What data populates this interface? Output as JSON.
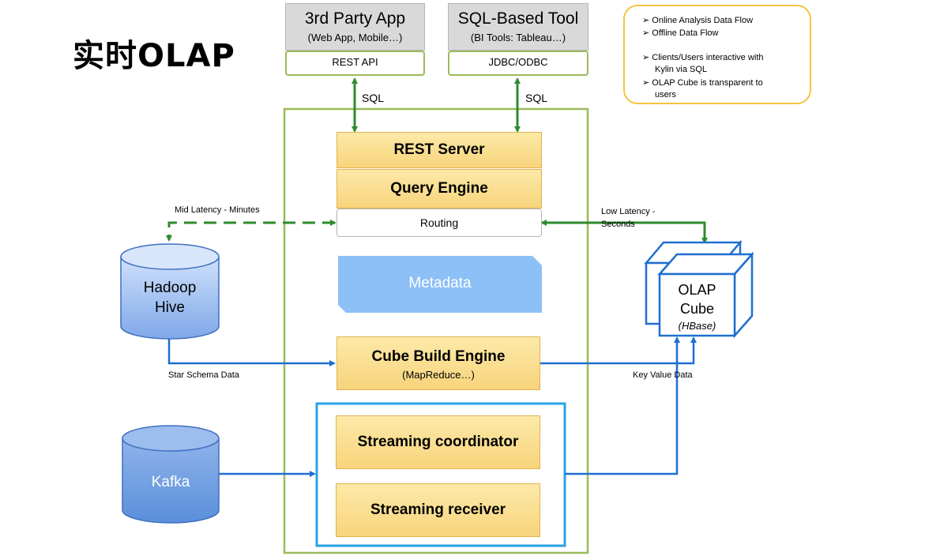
{
  "title": "实时OLAP",
  "clients": [
    {
      "name": "3rd Party App",
      "sub": "(Web App, Mobile…)",
      "api": "REST API"
    },
    {
      "name": "SQL-Based Tool",
      "sub": "(BI Tools: Tableau…)",
      "api": "JDBC/ODBC"
    }
  ],
  "sql_label_left": "SQL",
  "sql_label_right": "SQL",
  "kylin": {
    "rest_server": "REST Server",
    "query_engine": "Query Engine",
    "routing": "Routing",
    "metadata": "Metadata",
    "cube_build_engine": "Cube Build Engine",
    "cube_build_sub": "(MapReduce…)",
    "streaming_coordinator": "Streaming coordinator",
    "streaming_receiver": "Streaming receiver"
  },
  "hadoop": {
    "line1": "Hadoop",
    "line2": "Hive"
  },
  "kafka": "Kafka",
  "cube": {
    "line1": "OLAP",
    "line2": "Cube",
    "line3": "(HBase)"
  },
  "edge_labels": {
    "mid_latency": "Mid Latency - Minutes",
    "low_latency_1": "Low  Latency -",
    "low_latency_2": "Seconds",
    "star_schema": "Star Schema Data",
    "key_value": "Key Value Data"
  },
  "legend": {
    "online": "Online Analysis Data Flow",
    "offline": "Offline Data Flow",
    "note1a": "Clients/Users interactive with",
    "note1b": "Kylin via SQL",
    "note2a": "OLAP Cube is transparent to",
    "note2b": "users"
  },
  "colors": {
    "online": "#2e8b2e",
    "offline": "#1f6fd1",
    "kylin_border": "#9bbb59",
    "streaming_border": "#27a3e6",
    "metadata": "#8cc0f7"
  }
}
